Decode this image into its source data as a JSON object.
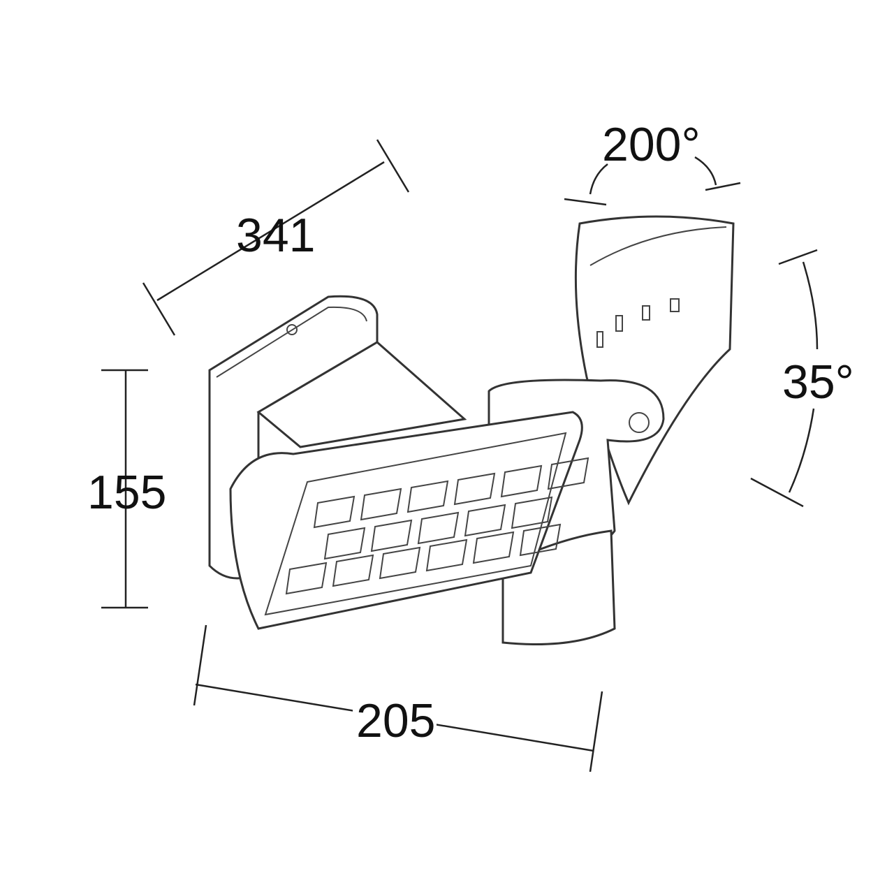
{
  "dimensions": {
    "depth": "341",
    "height": "155",
    "width": "205",
    "rotation_horizontal": "200°",
    "rotation_vertical": "35°"
  }
}
